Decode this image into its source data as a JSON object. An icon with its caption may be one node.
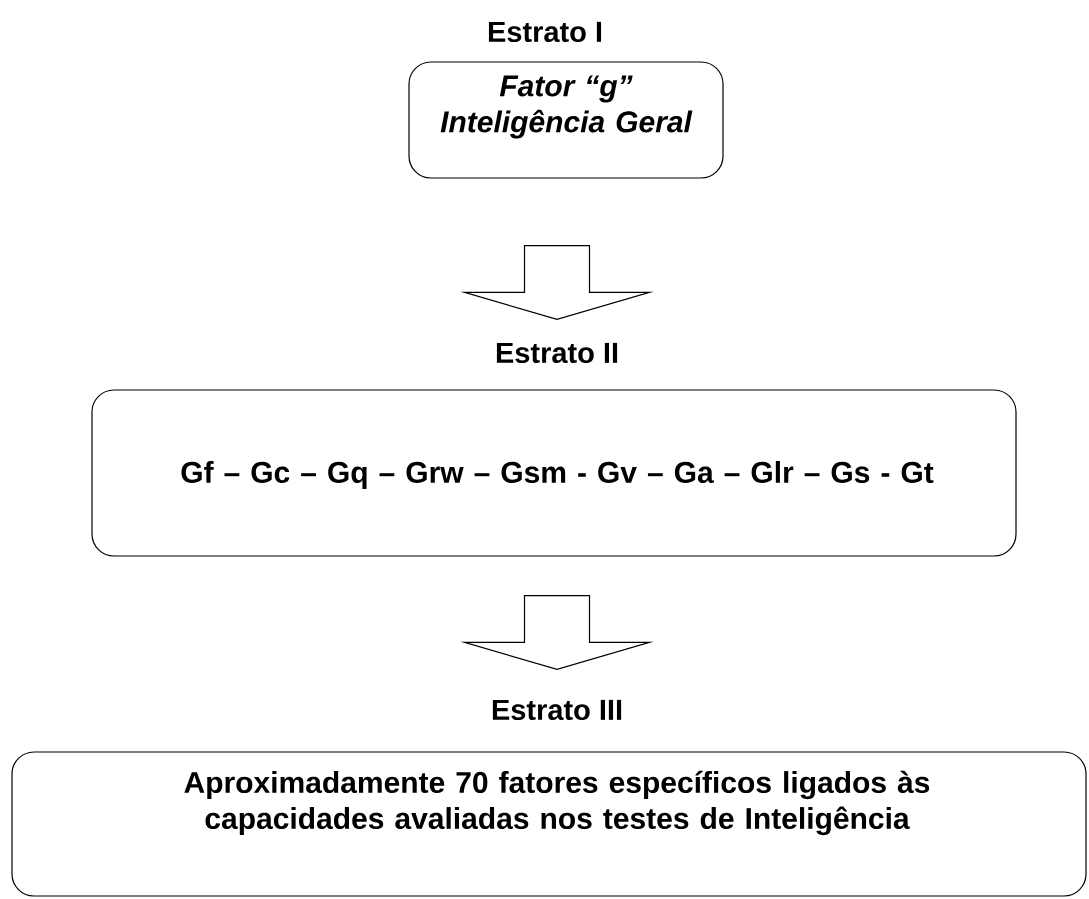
{
  "diagram": {
    "nodes": [
      {
        "text": [
          "Estrato I",
          "Fator “g” Inteligência Geral"
        ]
      },
      {
        "text": [
          "Estrato II",
          "Gf – Gc – Gq – Grw – Gsm  - Gv – Ga – Glr – Gs - Gt"
        ]
      },
      {
        "text": [
          "Estrato III",
          "Aproximadamente 70 fatores específicos ligados às capacidades avaliadas nos testes de Inteligência"
        ]
      }
    ],
    "edges": [
      {
        "from": 0,
        "to": 1,
        "arrow": "to"
      },
      {
        "from": 1,
        "to": 2,
        "arrow": "to"
      }
    ]
  }
}
